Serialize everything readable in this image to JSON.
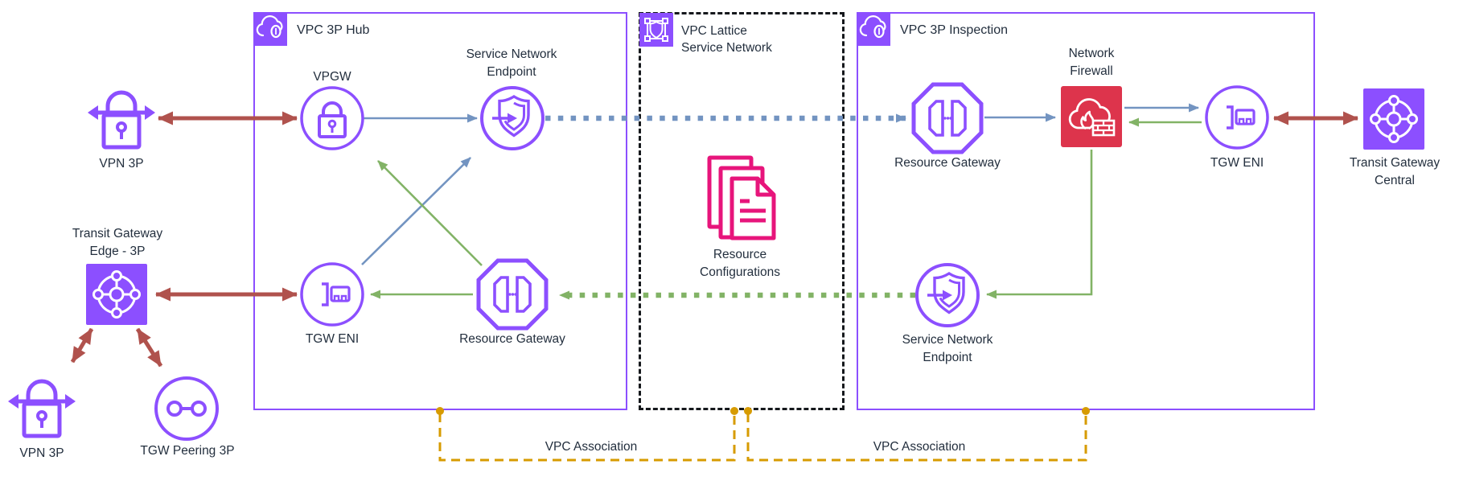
{
  "containers": {
    "hub": {
      "title": "VPC 3P Hub"
    },
    "lattice": {
      "title_line1": "VPC Lattice",
      "title_line2": "Service Network"
    },
    "inspection": {
      "title": "VPC 3P Inspection"
    }
  },
  "nodes": {
    "vpn_top": {
      "label": "VPN 3P"
    },
    "tgw_edge": {
      "label_line1": "Transit Gateway",
      "label_line2": "Edge - 3P"
    },
    "vpn_bottom": {
      "label": "VPN 3P"
    },
    "tgw_peering": {
      "label": "TGW Peering 3P"
    },
    "vpgw": {
      "label": "VPGW"
    },
    "sne_hub": {
      "label_line1": "Service Network",
      "label_line2": "Endpoint"
    },
    "tgw_eni_hub": {
      "label": "TGW ENI"
    },
    "rg_hub": {
      "label": "Resource Gateway"
    },
    "resource_configs": {
      "label_line1": "Resource",
      "label_line2": "Configurations"
    },
    "rg_inspection": {
      "label": "Resource Gateway"
    },
    "network_firewall": {
      "label_line1": "Network",
      "label_line2": "Firewall"
    },
    "tgw_eni_inspection": {
      "label": "TGW ENI"
    },
    "sne_inspection": {
      "label_line1": "Service Network",
      "label_line2": "Endpoint"
    },
    "tgw_central": {
      "label_line1": "Transit Gateway",
      "label_line2": "Central"
    }
  },
  "edges": {
    "vpc_association_left_label": "VPC Association",
    "vpc_association_right_label": "VPC Association"
  },
  "icons": {
    "box_header": "vpc-cloud-lock-icon",
    "lattice_header": "vpc-lattice-service-network-icon",
    "vpgw": "lock-circle-icon",
    "service_network_endpoint": "shield-arrow-circle-icon",
    "tgw_eni": "network-card-circle-icon",
    "resource_gateway": "octagon-gateway-icon",
    "network_firewall": "cloud-flame-brickwall-icon",
    "transit_gateway": "transit-gateway-hub-icon",
    "vpn": "lock-double-arrow-icon",
    "tgw_peering": "peering-link-circle-icon",
    "resource_configurations": "stacked-documents-icon"
  },
  "colors": {
    "aws_purple": "#8C4FFF",
    "arrow_red": "#B0524D",
    "arrow_blue": "#7394C1",
    "arrow_green": "#82B366",
    "association_orange": "#D79B00",
    "firewall_red": "#DD344C",
    "configs_pink": "#E7157B",
    "text": "#232F3E",
    "lattice_border": "#15181c"
  }
}
